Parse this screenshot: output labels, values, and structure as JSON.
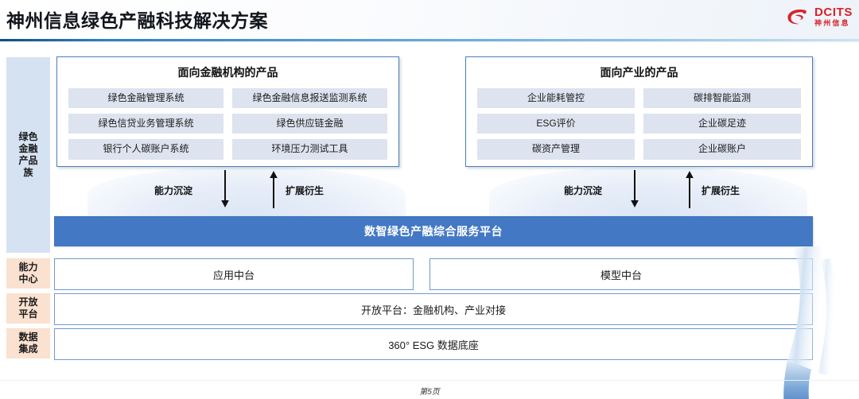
{
  "header": {
    "title": "神州信息绿色产融科技解决方案",
    "logo_en": "DCITS",
    "logo_cn": "神州信息",
    "logo_icon": "dcits-swirl-icon",
    "accent_red": "#d8232a",
    "rule_color": "#0f4e86"
  },
  "sidebar": {
    "items": [
      {
        "label": "绿色\n金融\n产品\n族",
        "style": "blue"
      },
      {
        "label": "能力\n中心",
        "style": "peach"
      },
      {
        "label": "开放\n平台",
        "style": "peach"
      },
      {
        "label": "数据\n集成",
        "style": "peach"
      }
    ],
    "blue_bg": "#d5e2f2",
    "peach_bg": "#fbe1cf"
  },
  "panels": [
    {
      "title": "面向金融机构的产品",
      "items": [
        "绿色金融管理系统",
        "绿色金融信息报送监测系统",
        "绿色信贷业务管理系统",
        "绿色供应链金融",
        "银行个人碳账户系统",
        "环境压力测试工具"
      ]
    },
    {
      "title": "面向产业的产品",
      "items": [
        "企业能耗管控",
        "碳排智能监测",
        "ESG评价",
        "企业碳足迹",
        "碳资产管理",
        "企业碳账户"
      ]
    }
  ],
  "flows": [
    {
      "down_label": "能力沉淀",
      "up_label": "扩展衍生"
    },
    {
      "down_label": "能力沉淀",
      "up_label": "扩展衍生"
    }
  ],
  "platform": {
    "label": "数智绿色产融综合服务平台",
    "bg": "#4379c4",
    "text_color": "#ffffff"
  },
  "layers": {
    "capability": [
      "应用中台",
      "模型中台"
    ],
    "open_platform": "开放平台：金融机构、产业对接",
    "data_base": "360° ESG 数据底座"
  },
  "footer": {
    "page_label": "第5页"
  }
}
